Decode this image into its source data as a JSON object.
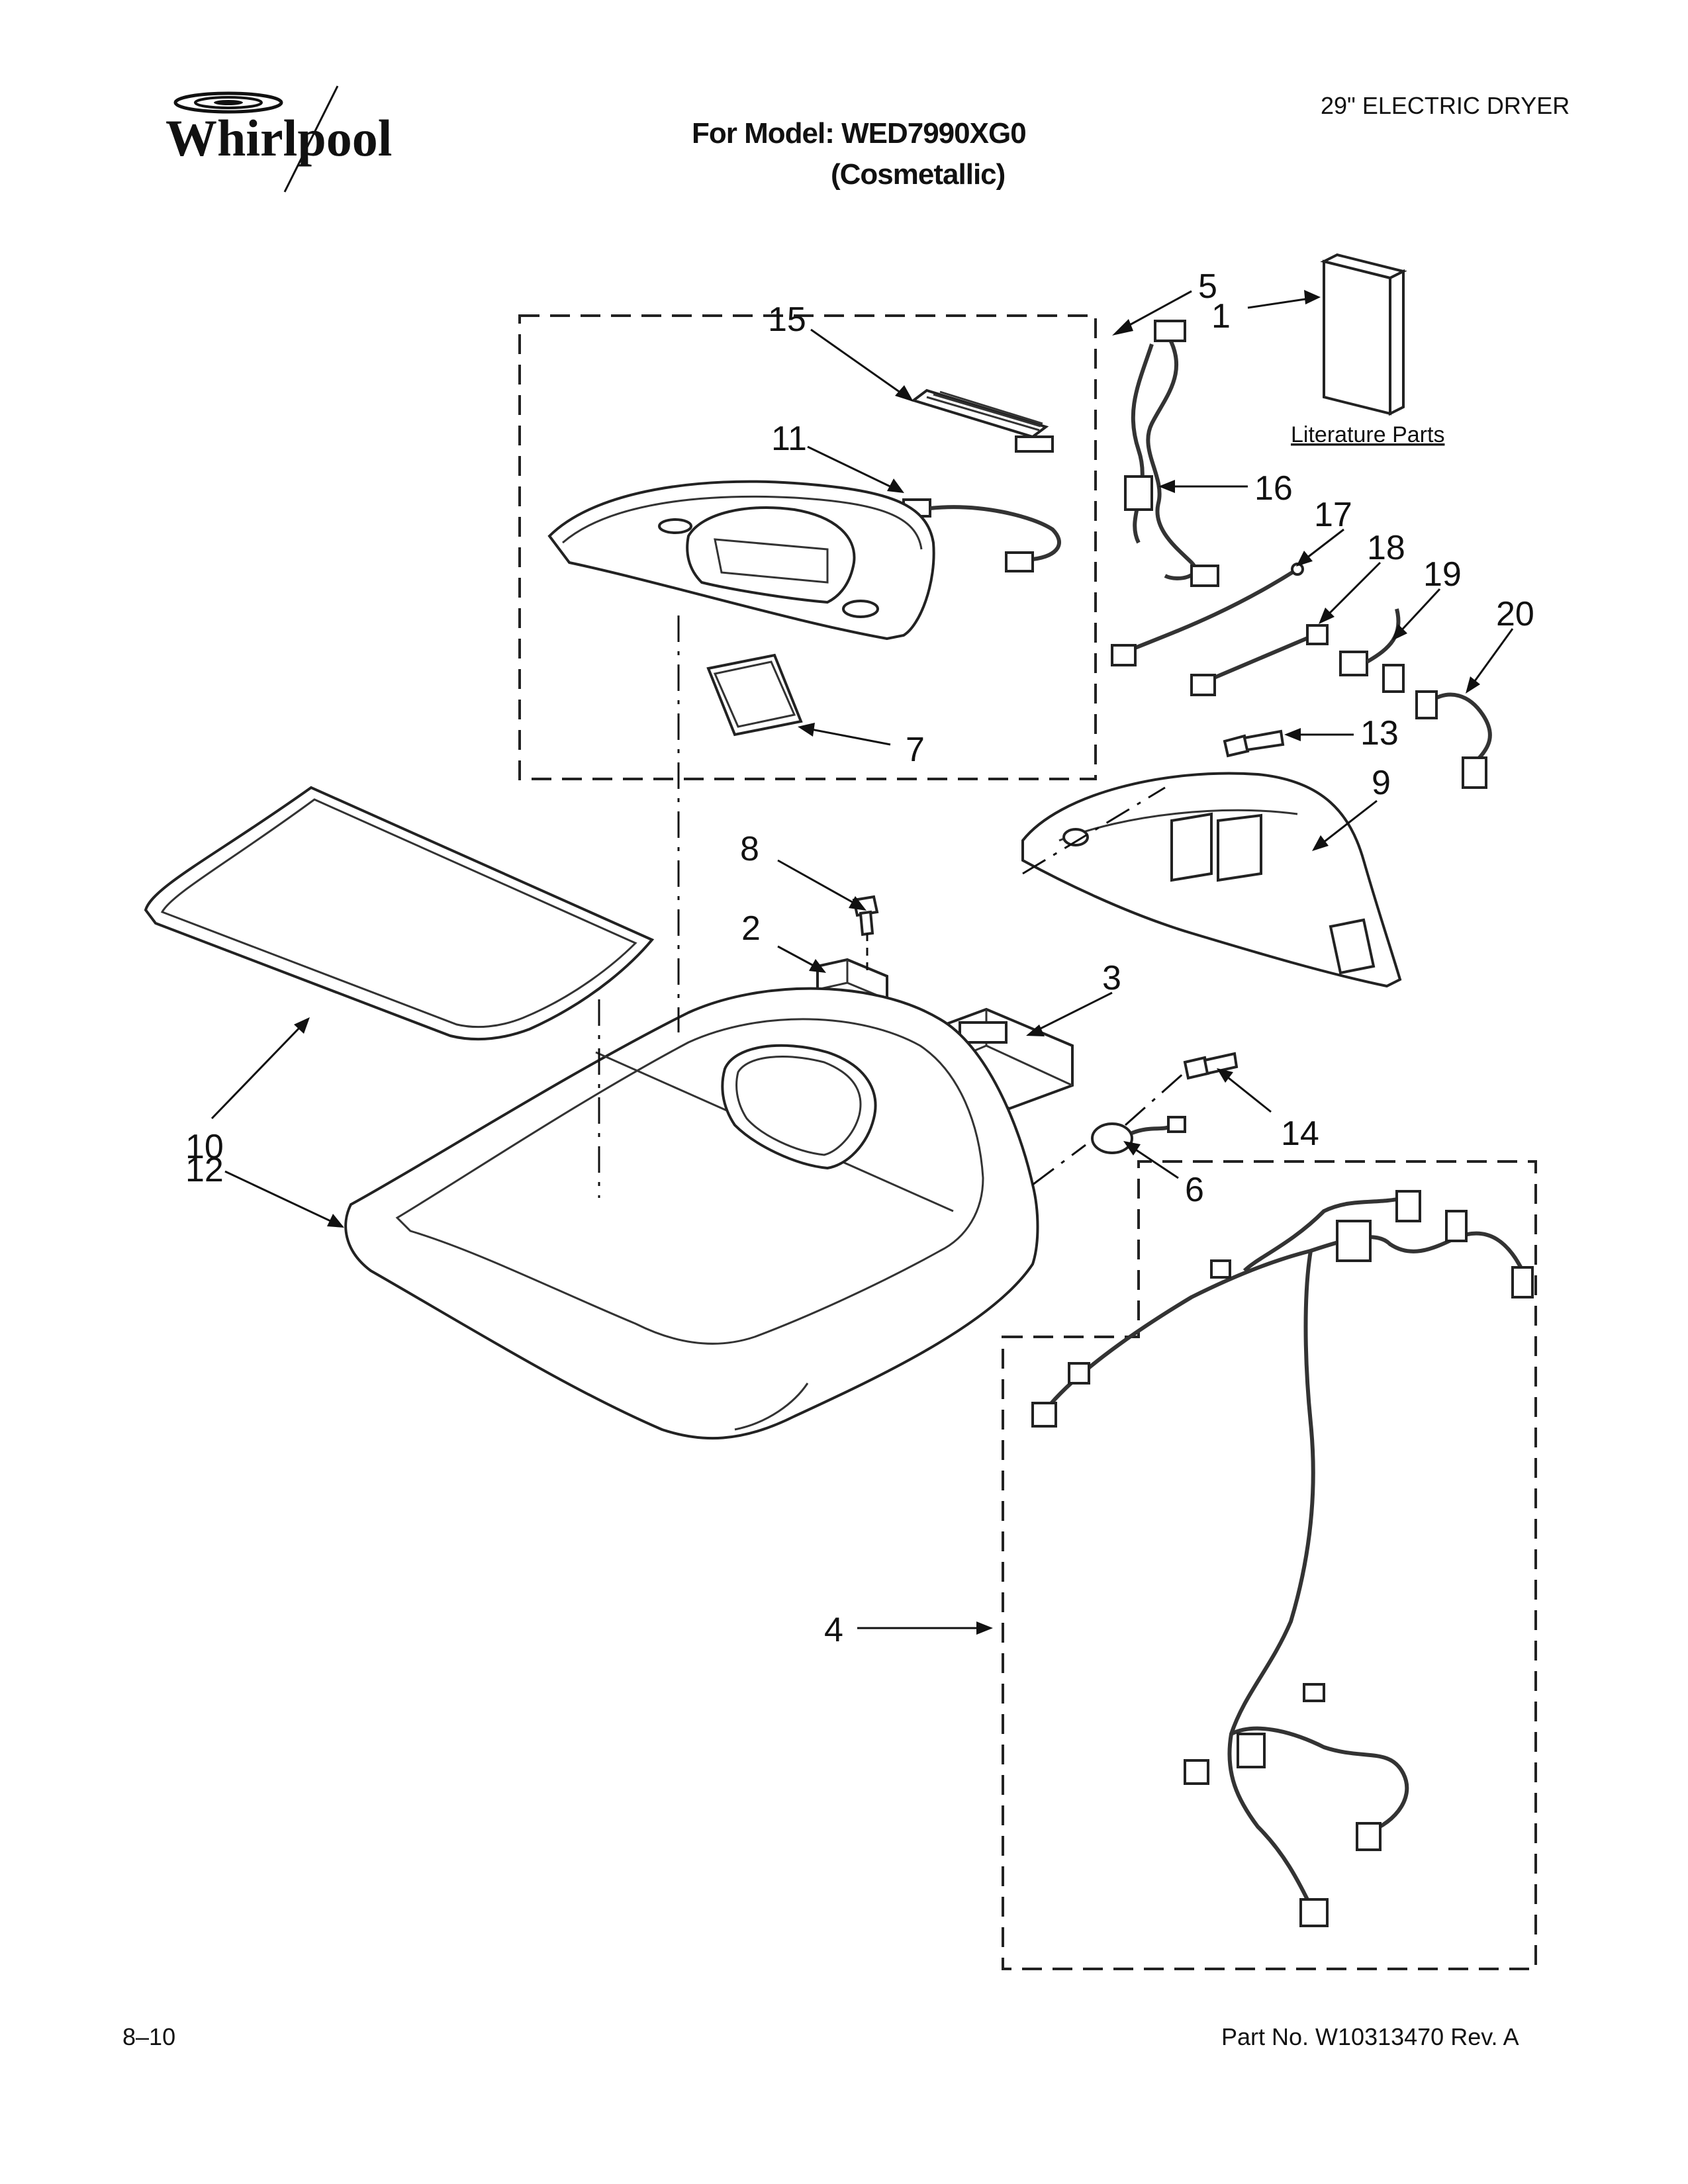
{
  "brand": "Whirlpool",
  "header": {
    "model_line": "For Model: WED7990XG0",
    "finish_line": "(Cosmetallic)",
    "product_type": "29\" ELECTRIC DRYER"
  },
  "footer": {
    "date_code": "8–10",
    "part_number": "Part No. W10313470 Rev. A"
  },
  "literature_label": "Literature Parts",
  "callouts": {
    "c1": "1",
    "c2": "2",
    "c3": "3",
    "c4": "4",
    "c5": "5",
    "c6": "6",
    "c7": "7",
    "c8": "8",
    "c9": "9",
    "c10": "10",
    "c11": "11",
    "c12": "12",
    "c13": "13",
    "c14": "14",
    "c15": "15",
    "c16": "16",
    "c17": "17",
    "c18": "18",
    "c19": "19",
    "c20": "20"
  },
  "colors": {
    "ink": "#111111",
    "paper": "#ffffff"
  }
}
